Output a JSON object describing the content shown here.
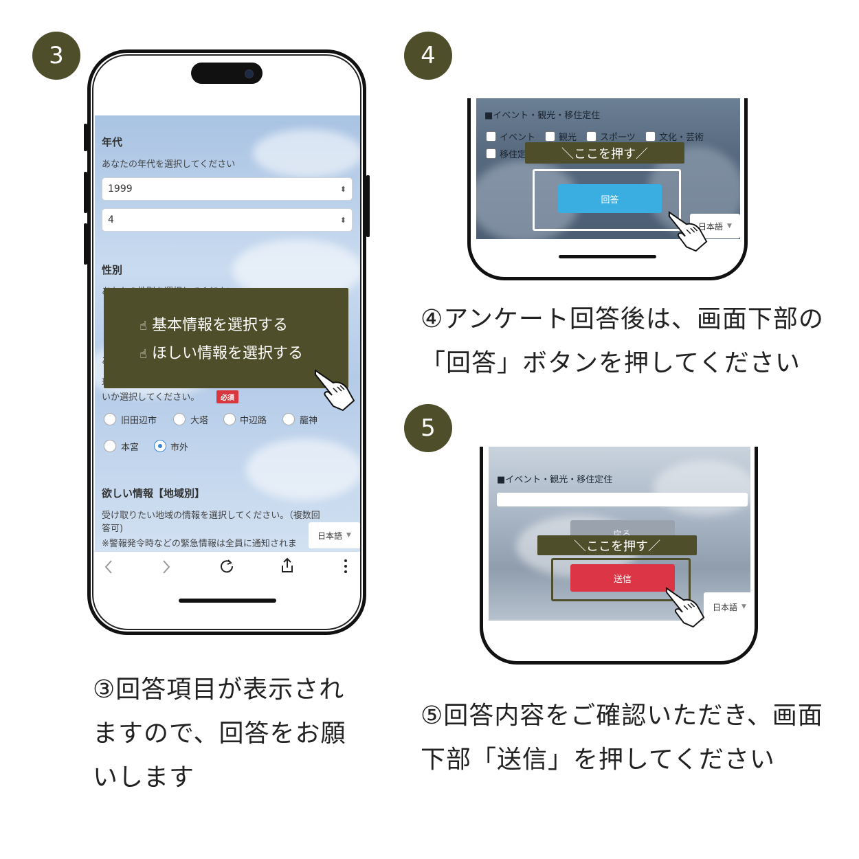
{
  "steps": {
    "s3": "3",
    "s4": "4",
    "s5": "5"
  },
  "captions": {
    "c3_lines": [
      "③回答項目が表示され",
      "ますので、回答をお願",
      "いします"
    ],
    "c4_lines": [
      "④アンケート回答後は、画面下部の",
      "「回答」ボタンを押してください"
    ],
    "c5_lines": [
      "⑤回答内容をご確認いただき、画面",
      "下部「送信」を押してください"
    ]
  },
  "phone3": {
    "age_heading": "年代",
    "age_hint": "あなたの年代を選択してください",
    "select1_value": "1999",
    "select2_value": "4",
    "gender_heading": "性別",
    "gender_partial": "あなたの性別を選択してください",
    "region_partial_a": "あ",
    "region_partial_b": "現",
    "region_hint": "いか選択してください。",
    "required_badge": "必須",
    "radio_options": [
      "旧田辺市",
      "大塔",
      "中辺路",
      "龍神",
      "本宮",
      "市外"
    ],
    "selected_option": "市外",
    "want_heading": "欲しい情報【地域別】",
    "want_hint_1": "受け取りたい地域の情報を選択してください。（複数回",
    "want_hint_2": "答可)",
    "want_note": "※警報発令時などの緊急情報は全員に通知されま",
    "language": "日本語",
    "overlay_line1": "基本情報を選択する",
    "overlay_line2": "ほしい情報を選択する",
    "browser_icons": [
      "back-icon",
      "forward-icon",
      "reload-icon",
      "share-icon",
      "more-icon"
    ]
  },
  "phone4": {
    "section_title": "■イベント・観光・移住定住",
    "checkbox_options": [
      "イベント",
      "観光",
      "スポーツ",
      "文化・芸術",
      "移住定"
    ],
    "banner": "＼ここを押す／",
    "answer_button": "回答",
    "language": "日本語"
  },
  "phone5": {
    "section_title": "■イベント・観光・移住定住",
    "back_button_partial": "戻る",
    "banner": "＼ここを押す／",
    "send_button": "送信",
    "language": "日本語"
  },
  "colors": {
    "olive": "#4e4f2a",
    "answer_blue": "#3aaee0",
    "send_red": "#dc3545",
    "required_red": "#d9363e"
  }
}
